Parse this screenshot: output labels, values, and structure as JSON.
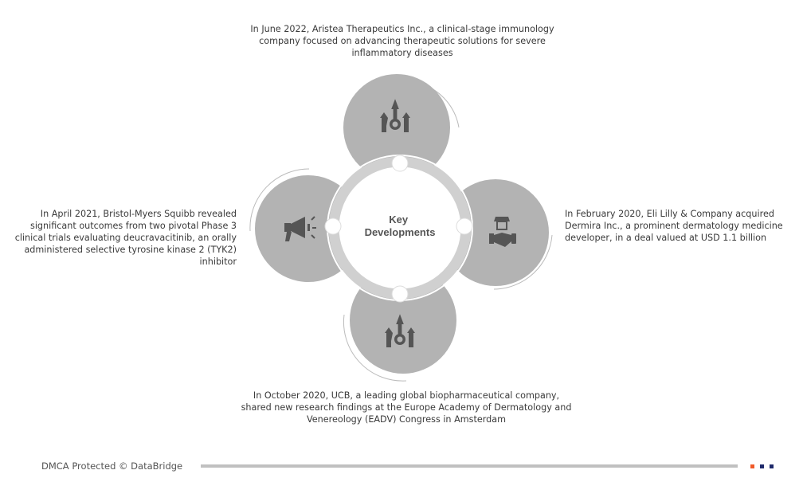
{
  "center_label": [
    "Key",
    "Developments"
  ],
  "developments": {
    "top": "In June 2022, Aristea Therapeutics Inc., a clinical-stage immunology company focused on advancing therapeutic solutions for severe inflammatory diseases",
    "right": "In February 2020, Eli Lilly & Company acquired Dermira Inc., a prominent dermatology medicine developer, in a deal valued at USD 1.1 billion",
    "left": "In April 2021, Bristol-Myers Squibb revealed significant outcomes from two pivotal Phase 3 clinical trials evaluating deucravacitinib, an orally administered selective tyrosine kinase 2 (TYK2) inhibitor",
    "bottom": "In October 2020, UCB, a leading global biopharmaceutical company, shared new research findings at the Europe Academy of Dermatology and Venereology (EADV) Congress in Amsterdam"
  },
  "icons": {
    "top": "growth-gear-icon",
    "right": "handshake-store-icon",
    "left": "megaphone-icon",
    "bottom": "growth-gear-icon"
  },
  "footer": {
    "text": "DMCA Protected © DataBridge"
  },
  "colors": {
    "circle": "#b3b3b3",
    "ring": "#d0d0d0",
    "icon": "#555555",
    "accent_orange": "#f05a28",
    "accent_navy": "#1f2a6b"
  }
}
